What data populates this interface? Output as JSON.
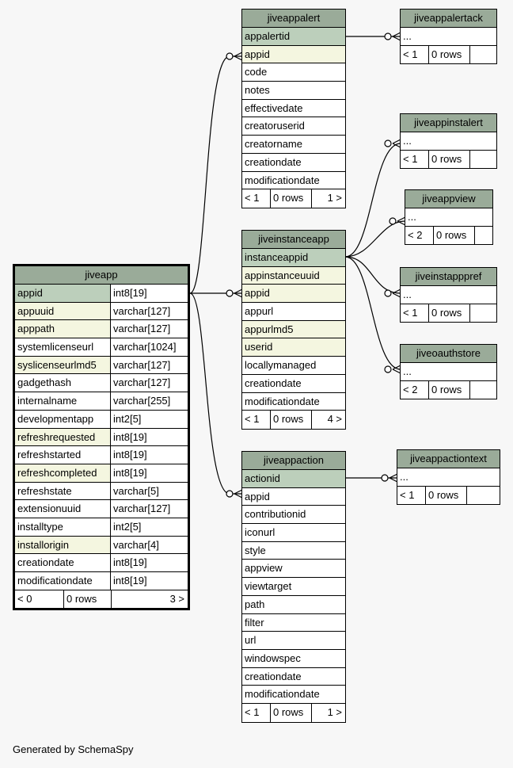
{
  "tables": {
    "jiveapp": {
      "name": "jiveapp",
      "columns": [
        {
          "name": "appid",
          "type": "int8[19]",
          "kind": "pk"
        },
        {
          "name": "appuuid",
          "type": "varchar[127]",
          "kind": "fk"
        },
        {
          "name": "apppath",
          "type": "varchar[127]",
          "kind": "fk"
        },
        {
          "name": "systemlicenseurl",
          "type": "varchar[1024]",
          "kind": ""
        },
        {
          "name": "syslicenseurlmd5",
          "type": "varchar[127]",
          "kind": "fk"
        },
        {
          "name": "gadgethash",
          "type": "varchar[127]",
          "kind": ""
        },
        {
          "name": "internalname",
          "type": "varchar[255]",
          "kind": ""
        },
        {
          "name": "developmentapp",
          "type": "int2[5]",
          "kind": ""
        },
        {
          "name": "refreshrequested",
          "type": "int8[19]",
          "kind": "fk"
        },
        {
          "name": "refreshstarted",
          "type": "int8[19]",
          "kind": ""
        },
        {
          "name": "refreshcompleted",
          "type": "int8[19]",
          "kind": "fk"
        },
        {
          "name": "refreshstate",
          "type": "varchar[5]",
          "kind": ""
        },
        {
          "name": "extensionuuid",
          "type": "varchar[127]",
          "kind": ""
        },
        {
          "name": "installtype",
          "type": "int2[5]",
          "kind": ""
        },
        {
          "name": "installorigin",
          "type": "varchar[4]",
          "kind": "fk"
        },
        {
          "name": "creationdate",
          "type": "int8[19]",
          "kind": ""
        },
        {
          "name": "modificationdate",
          "type": "int8[19]",
          "kind": ""
        }
      ],
      "footer": [
        "< 0",
        "0 rows",
        "3 >"
      ]
    },
    "jiveappalert": {
      "name": "jiveappalert",
      "columns": [
        {
          "name": "appalertid",
          "kind": "pk"
        },
        {
          "name": "appid",
          "kind": "fk"
        },
        {
          "name": "code",
          "kind": ""
        },
        {
          "name": "notes",
          "kind": ""
        },
        {
          "name": "effectivedate",
          "kind": ""
        },
        {
          "name": "creatoruserid",
          "kind": ""
        },
        {
          "name": "creatorname",
          "kind": ""
        },
        {
          "name": "creationdate",
          "kind": ""
        },
        {
          "name": "modificationdate",
          "kind": ""
        }
      ],
      "footer": [
        "< 1",
        "0 rows",
        "1 >"
      ]
    },
    "jiveinstanceapp": {
      "name": "jiveinstanceapp",
      "columns": [
        {
          "name": "instanceappid",
          "kind": "pk"
        },
        {
          "name": "appinstanceuuid",
          "kind": "fk"
        },
        {
          "name": "appid",
          "kind": "fk"
        },
        {
          "name": "appurl",
          "kind": ""
        },
        {
          "name": "appurlmd5",
          "kind": "fk"
        },
        {
          "name": "userid",
          "kind": "fk"
        },
        {
          "name": "locallymanaged",
          "kind": ""
        },
        {
          "name": "creationdate",
          "kind": ""
        },
        {
          "name": "modificationdate",
          "kind": ""
        }
      ],
      "footer": [
        "< 1",
        "0 rows",
        "4 >"
      ]
    },
    "jiveappaction": {
      "name": "jiveappaction",
      "columns": [
        {
          "name": "actionid",
          "kind": "pk"
        },
        {
          "name": "appid",
          "kind": ""
        },
        {
          "name": "contributionid",
          "kind": ""
        },
        {
          "name": "iconurl",
          "kind": ""
        },
        {
          "name": "style",
          "kind": ""
        },
        {
          "name": "appview",
          "kind": ""
        },
        {
          "name": "viewtarget",
          "kind": ""
        },
        {
          "name": "path",
          "kind": ""
        },
        {
          "name": "filter",
          "kind": ""
        },
        {
          "name": "url",
          "kind": ""
        },
        {
          "name": "windowspec",
          "kind": ""
        },
        {
          "name": "creationdate",
          "kind": ""
        },
        {
          "name": "modificationdate",
          "kind": ""
        }
      ],
      "footer": [
        "< 1",
        "0 rows",
        "1 >"
      ]
    },
    "jiveappalertack": {
      "name": "jiveappalertack",
      "columns": [
        {
          "name": "...",
          "kind": ""
        }
      ],
      "footer": [
        "< 1",
        "0 rows",
        ""
      ]
    },
    "jiveappinstalert": {
      "name": "jiveappinstalert",
      "columns": [
        {
          "name": "...",
          "kind": ""
        }
      ],
      "footer": [
        "< 1",
        "0 rows",
        ""
      ]
    },
    "jiveappview": {
      "name": "jiveappview",
      "columns": [
        {
          "name": "...",
          "kind": ""
        }
      ],
      "footer": [
        "< 2",
        "0 rows",
        ""
      ]
    },
    "jiveinstapppref": {
      "name": "jiveinstapppref",
      "columns": [
        {
          "name": "...",
          "kind": ""
        }
      ],
      "footer": [
        "< 1",
        "0 rows",
        ""
      ]
    },
    "jiveoauthstore": {
      "name": "jiveoauthstore",
      "columns": [
        {
          "name": "...",
          "kind": ""
        }
      ],
      "footer": [
        "< 2",
        "0 rows",
        ""
      ]
    },
    "jiveappactiontext": {
      "name": "jiveappactiontext",
      "columns": [
        {
          "name": "...",
          "kind": ""
        }
      ],
      "footer": [
        "< 1",
        "0 rows",
        ""
      ]
    }
  },
  "colors": {
    "header": "#9aab99",
    "pk": "#bccfbb",
    "fk": "#f4f6e0",
    "background": "#f7f7f7"
  },
  "generated_by": "Generated by SchemaSpy"
}
